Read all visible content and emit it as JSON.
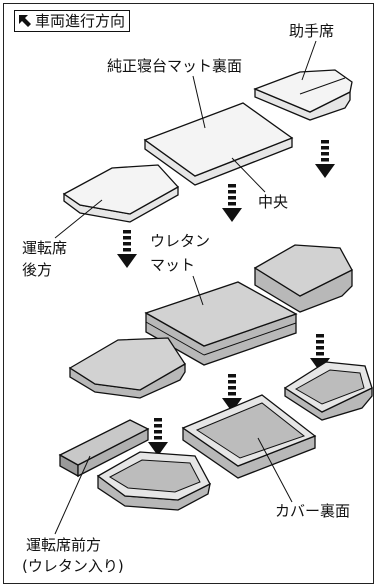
{
  "direction_label": "車両進行方向",
  "labels": {
    "passenger_seat": "助手席",
    "genuine_mat_back": "純正寝台マット裏面",
    "center": "中央",
    "driver_rear_line1": "運転席",
    "driver_rear_line2": "後方",
    "urethane_mat_line1": "ウレタン",
    "urethane_mat_line2": "マット",
    "cover_back": "カバー裏面",
    "driver_front_line1": "運転席前方",
    "driver_front_line2": "(ウレタン入り)"
  },
  "colors": {
    "outline": "#111111",
    "top_light": "#f4f4f4",
    "top_gray": "#d2d2d2",
    "side_light": "#e6e6e6",
    "side_gray": "#b8b8b8",
    "arrow": "#111111"
  },
  "icons": {
    "direction": "arrow-up-left-icon",
    "down_arrow": "dashed-down-arrow-icon"
  }
}
